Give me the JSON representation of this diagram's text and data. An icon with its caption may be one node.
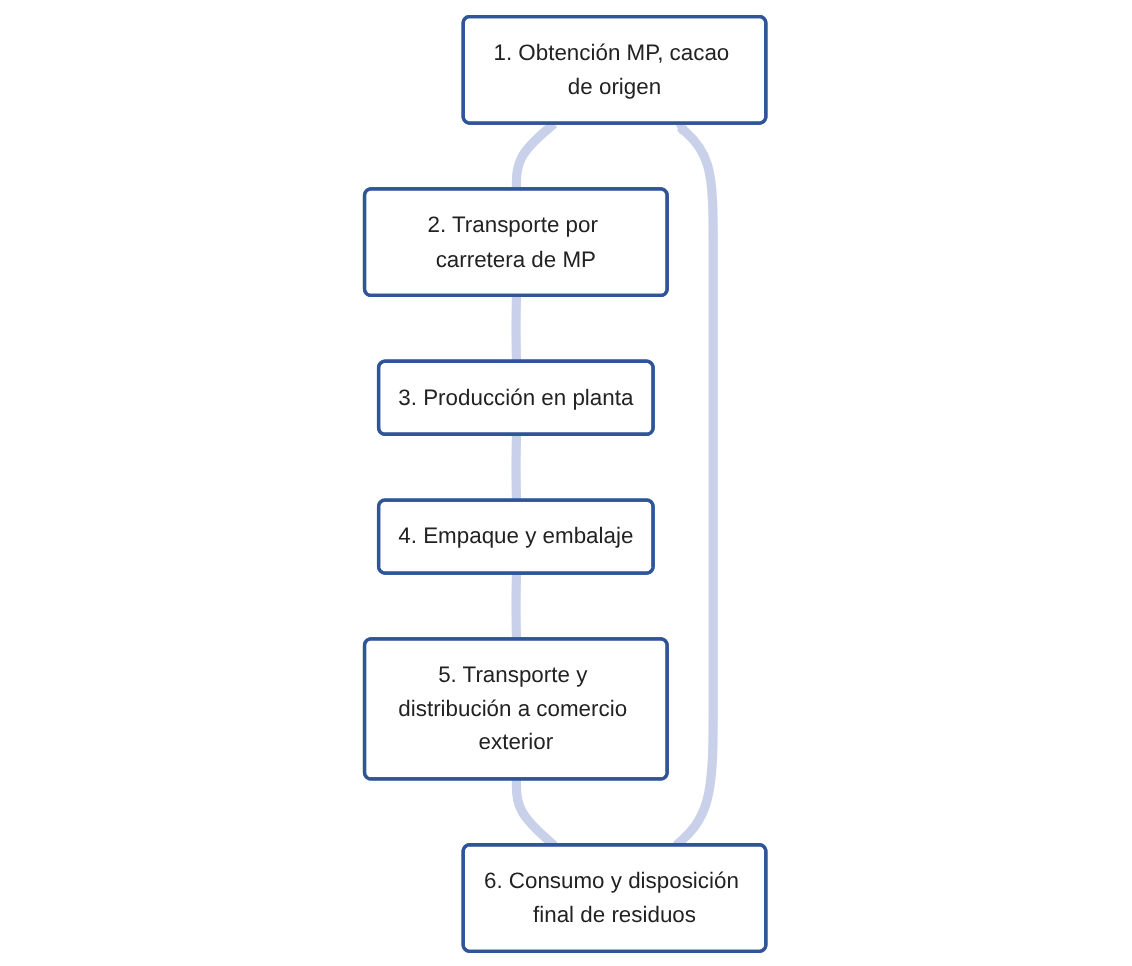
{
  "diagram": {
    "nodes": [
      {
        "text": [
          "1. Obtención MP, cacao de origen"
        ]
      },
      {
        "text": [
          "2. Transporte por carretera de MP"
        ]
      },
      {
        "text": [
          "3. Producción en planta"
        ]
      },
      {
        "text": [
          "4. Empaque y embalaje"
        ]
      },
      {
        "text": [
          "5. Transporte y distribución a comercio exterior"
        ]
      },
      {
        "text": [
          "6. Consumo y disposición final de residuos"
        ]
      }
    ],
    "edges": [
      {
        "from": 0,
        "to": 1,
        "arrow": "none"
      },
      {
        "from": 1,
        "to": 2,
        "arrow": "none"
      },
      {
        "from": 2,
        "to": 3,
        "arrow": "none"
      },
      {
        "from": 3,
        "to": 4,
        "arrow": "none"
      },
      {
        "from": 4,
        "to": 5,
        "arrow": "none"
      },
      {
        "from": 5,
        "to": 0,
        "arrow": "to"
      }
    ]
  }
}
